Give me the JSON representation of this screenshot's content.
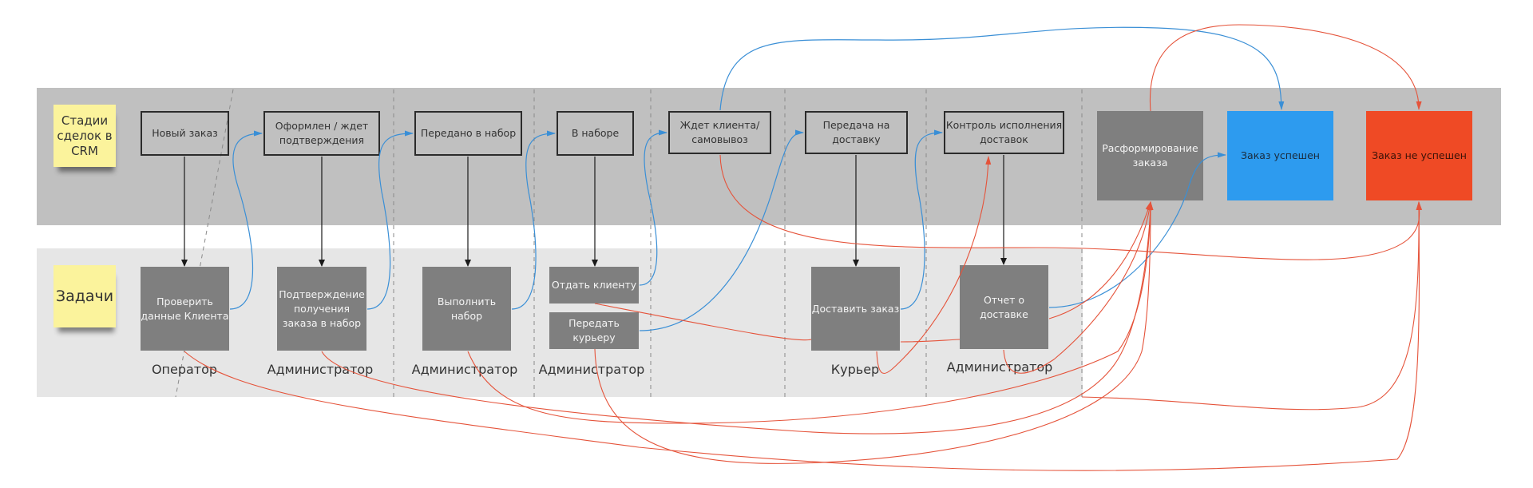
{
  "lanes": {
    "stages_label": "Стадии сделок в CRM",
    "tasks_label": "Задачи"
  },
  "stages": [
    {
      "id": "s1",
      "label": "Новый заказ"
    },
    {
      "id": "s2",
      "label": "Оформлен / ждет подтверждения"
    },
    {
      "id": "s3",
      "label": "Передано в набор"
    },
    {
      "id": "s4",
      "label": "В наборе"
    },
    {
      "id": "s5",
      "label": "Ждет клиента/ самовывоз"
    },
    {
      "id": "s6",
      "label": "Передача на доставку"
    },
    {
      "id": "s7",
      "label": "Контроль исполнения доставок"
    }
  ],
  "final_stages": [
    {
      "id": "f1",
      "label": "Расформирование заказа",
      "color": "#7f7f7f",
      "text_color": "#f4f4f4"
    },
    {
      "id": "f2",
      "label": "Заказ успешен",
      "color": "#2d9bef",
      "text_color": "#1a2b3c"
    },
    {
      "id": "f3",
      "label": "Заказ не успешен",
      "color": "#ef4a25",
      "text_color": "#3a1208"
    }
  ],
  "tasks": [
    {
      "id": "t1",
      "label": "Проверить данные Клиента"
    },
    {
      "id": "t2",
      "label": "Подтверждение получения заказа в набор"
    },
    {
      "id": "t3",
      "label": "Выполнить набор"
    },
    {
      "id": "t4a",
      "label": "Отдать клиенту"
    },
    {
      "id": "t4b",
      "label": "Передать курьеру"
    },
    {
      "id": "t6",
      "label": "Доставить заказ"
    },
    {
      "id": "t7",
      "label": "Отчет о доставке"
    }
  ],
  "roles": [
    "Оператор",
    "Администратор",
    "Администратор",
    "Администратор",
    "Курьер",
    "Администратор"
  ],
  "colors": {
    "success_flow": "#3a8fd6",
    "failure_flow": "#e5533a",
    "stage_to_task": "#1a1a1a",
    "divider": "#8a8a8a"
  }
}
